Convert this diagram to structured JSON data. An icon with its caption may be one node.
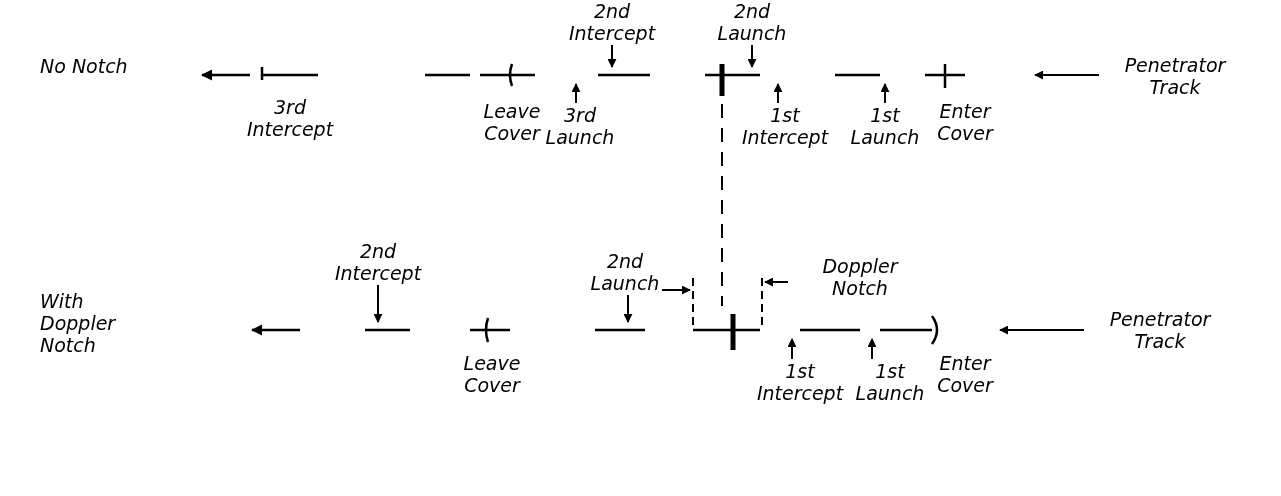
{
  "diagram": {
    "nodes": [
      {
        "text": [
          "2nd Intercept"
        ]
      },
      {
        "text": [
          "2nd Launch"
        ]
      },
      {
        "text": [
          "3rd Launch"
        ]
      },
      {
        "text": [
          "1st Intercept"
        ]
      },
      {
        "text": [
          "1st Launch"
        ]
      },
      {
        "text": [
          "Penetrator Track"
        ]
      },
      {
        "text": [
          "2nd Intercept"
        ]
      },
      {
        "text": [
          "2nd Launch"
        ]
      },
      {
        "text": [
          "1st Intercept"
        ]
      },
      {
        "text": [
          "1st Launch"
        ]
      },
      {
        "text": [
          "Penetrator Track"
        ]
      }
    ],
    "edges": [
      {
        "from": 0,
        "to": null,
        "arrow": "to"
      },
      {
        "from": 1,
        "to": null,
        "arrow": "to"
      },
      {
        "from": 2,
        "to": null,
        "arrow": "to"
      },
      {
        "from": 3,
        "to": null,
        "arrow": "to"
      },
      {
        "from": 4,
        "to": null,
        "arrow": "to"
      },
      {
        "from": 5,
        "to": null,
        "arrow": "to"
      },
      {
        "from": 6,
        "to": null,
        "arrow": "to"
      },
      {
        "from": 7,
        "to": null,
        "arrow": "to"
      },
      {
        "from": 8,
        "to": null,
        "arrow": "to"
      },
      {
        "from": 9,
        "to": null,
        "arrow": "to"
      },
      {
        "from": 10,
        "to": null,
        "arrow": "to"
      }
    ],
    "labels": [
      "No Notch",
      "3rd Intercept",
      "Leave Cover",
      "Enter Cover",
      "Doppler Notch",
      "With Doppler Notch",
      "Leave Cover",
      "Enter Cover"
    ]
  }
}
